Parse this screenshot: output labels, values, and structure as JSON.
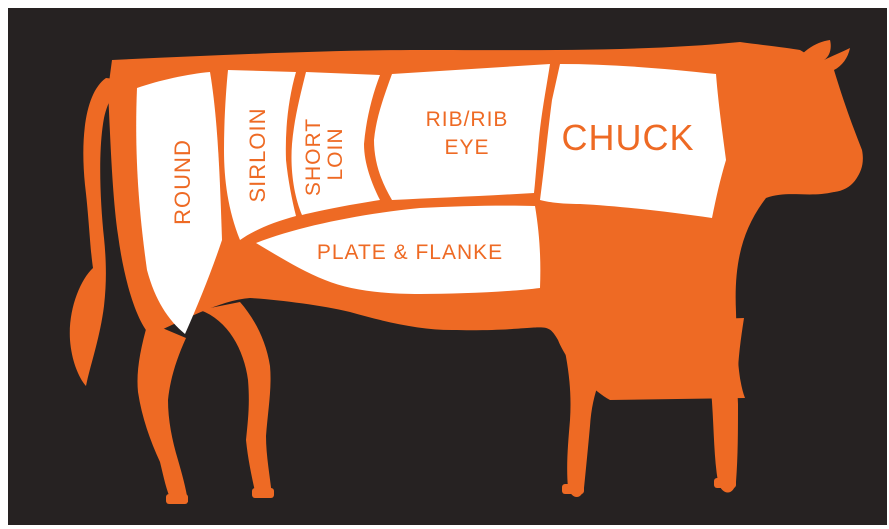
{
  "colors": {
    "background": "#262222",
    "cow": "#ee6a24",
    "cut_fill": "#ffffff",
    "label": "#ee6a24",
    "page": "#ffffff"
  },
  "cuts": {
    "round": "ROUND",
    "sirloin": "SIRLOIN",
    "short_loin": [
      "SHORT",
      "LOIN"
    ],
    "rib": [
      "RIB/RIB",
      "EYE"
    ],
    "chuck": "CHUCK",
    "plate": "PLATE & FLANKE"
  }
}
